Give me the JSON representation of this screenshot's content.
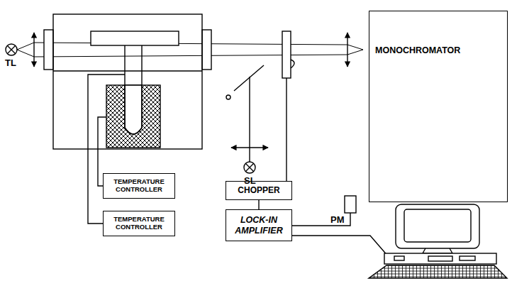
{
  "diagram": {
    "nodes": [
      {
        "text": [
          "MONOCHROMATOR"
        ]
      },
      {
        "text": [
          "TEMPERATURE CONTROLLER"
        ]
      },
      {
        "text": [
          "TEMPERATURE CONTROLLER"
        ]
      },
      {
        "text": [
          "CHOPPER"
        ]
      },
      {
        "text": [
          "LOCK-IN AMPLIFIER"
        ]
      }
    ],
    "edges": [
      {
        "from": 3,
        "to": 4,
        "arrow": "none"
      }
    ],
    "labels": [
      "TL",
      "SL",
      "PM"
    ]
  }
}
